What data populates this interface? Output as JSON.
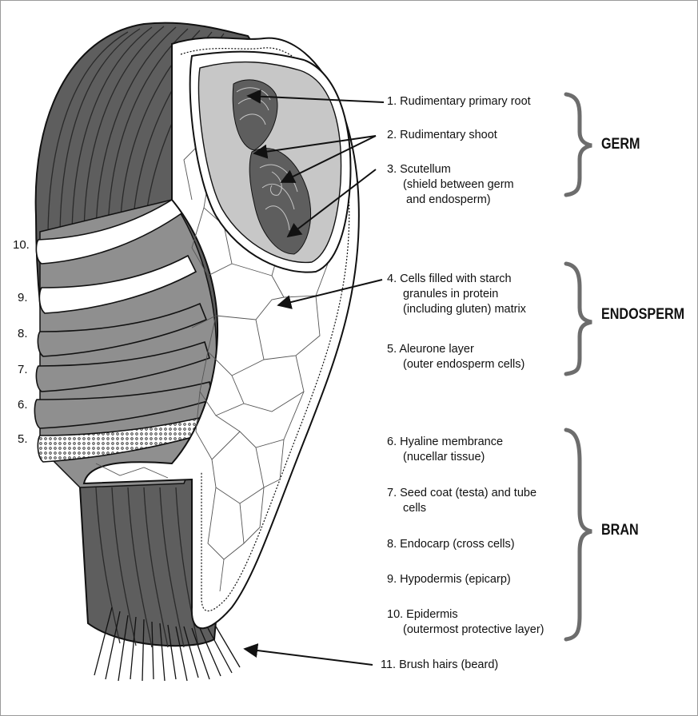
{
  "labels": [
    {
      "line1": "1. Rudimentary primary root",
      "line2": "",
      "line3": ""
    },
    {
      "line1": "2. Rudimentary shoot",
      "line2": "",
      "line3": ""
    },
    {
      "line1": "3. Scutellum",
      "line2": "(shield between germ",
      "line3": " and endosperm)"
    },
    {
      "line1": "4. Cells filled with starch",
      "line2": "granules in protein",
      "line3": "(including  gluten) matrix"
    },
    {
      "line1": "5. Aleurone layer",
      "line2": "(outer endosperm cells)",
      "line3": ""
    },
    {
      "line1": "6. Hyaline membrance",
      "line2": "(nucellar tissue)",
      "line3": ""
    },
    {
      "line1": "7. Seed coat (testa) and tube",
      "line2": "cells",
      "line3": ""
    },
    {
      "line1": "8. Endocarp (cross cells)",
      "line2": "",
      "line3": ""
    },
    {
      "line1": "9. Hypodermis (epicarp)",
      "line2": "",
      "line3": ""
    },
    {
      "line1": "10. Epidermis",
      "line2": "(outermost protective layer)",
      "line3": ""
    },
    {
      "line1": "11. Brush hairs (beard)",
      "line2": "",
      "line3": ""
    }
  ],
  "groups": {
    "germ": "GERM",
    "endosperm": "ENDOSPERM",
    "bran": "BRAN"
  },
  "layer_numbers": [
    "10.",
    "9.",
    "8.",
    "7.",
    "6.",
    "5."
  ],
  "colors": {
    "outer_husk": "#5e5e5e",
    "layer_gray": "#8f8f8f",
    "germ_fill": "#c7c7c7",
    "bracket": "#6d6d6d",
    "line": "#111111"
  }
}
